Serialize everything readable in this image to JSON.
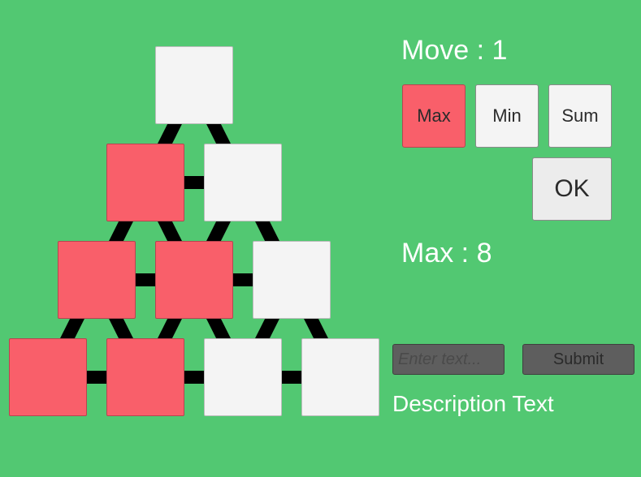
{
  "move": {
    "label": "Move : 1"
  },
  "modes": [
    {
      "label": "Max",
      "active": true
    },
    {
      "label": "Min",
      "active": false
    },
    {
      "label": "Sum",
      "active": false
    }
  ],
  "ok": {
    "label": "OK"
  },
  "result": {
    "label": "Max : 8"
  },
  "input": {
    "placeholder": "Enter text..."
  },
  "submit": {
    "label": "Submit"
  },
  "description": "Description Text",
  "colors": {
    "background": "#52c872",
    "selected": "#f95f6a",
    "unselected": "#f4f4f4",
    "connector": "#000000"
  },
  "pyramid": {
    "rows": [
      [
        "white"
      ],
      [
        "red",
        "white"
      ],
      [
        "red",
        "red",
        "white"
      ],
      [
        "red",
        "red",
        "white",
        "white"
      ]
    ]
  }
}
